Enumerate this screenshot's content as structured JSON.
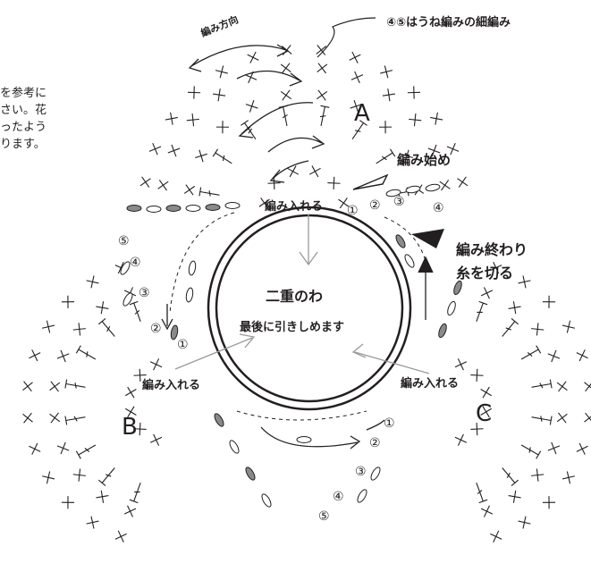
{
  "labels": {
    "note_45": "④⑤はうね編みの細編み",
    "direction": "編み方向",
    "side_note": [
      "を参考に",
      "さい。花",
      "ったよう",
      "ります。"
    ],
    "part_a": "A",
    "part_b": "B",
    "part_c": "C",
    "start": "編み始め",
    "insert_top": "編み入れる",
    "insert_left": "編み入れる",
    "insert_right": "編み入れる",
    "end_line1": "編み終わり",
    "end_line2": "糸を切る",
    "ring_title": "二重のわ",
    "ring_sub": "最後に引きしめます"
  },
  "round_numbers": {
    "a": [
      "①",
      "②",
      "③",
      "④"
    ],
    "b": [
      "①",
      "②",
      "③",
      "④",
      "⑤"
    ],
    "c": [
      "①",
      "②",
      "③",
      "④",
      "⑤"
    ]
  },
  "colors": {
    "ink": "#231f20",
    "chain_fill": "#8a8a8a",
    "arrow_grey": "#9a9a9a"
  }
}
